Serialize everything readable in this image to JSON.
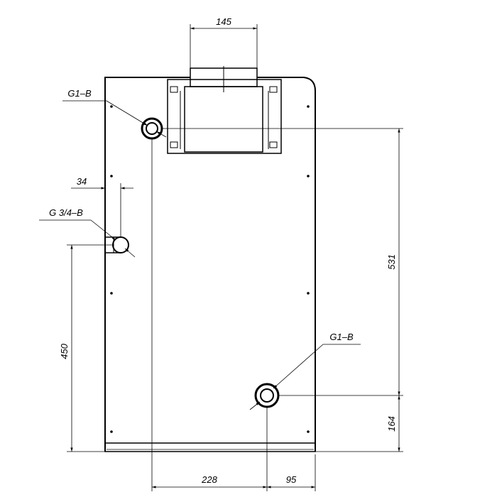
{
  "dimensions": {
    "flue_width": "145",
    "top_port_to_bottom_port": "531",
    "bottom_port_height": "164",
    "side_port_height": "450",
    "side_port_offset": "34",
    "top_port_to_bottom_port_horizontal": "228",
    "bottom_port_to_edge": "95"
  },
  "labels": {
    "top_port": "G1–B",
    "side_port": "G 3/4–B",
    "bottom_port": "G1–B"
  },
  "colors": {
    "line": "#000000",
    "background": "#ffffff"
  }
}
